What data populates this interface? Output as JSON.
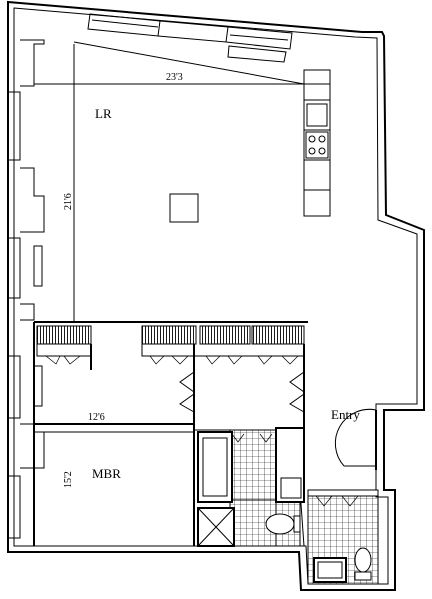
{
  "rooms": {
    "living_room": "LR",
    "master_bedroom": "MBR",
    "entry": "Entry"
  },
  "dimensions": {
    "lr_width": "23'3",
    "lr_depth": "21'6",
    "mbr_width": "12'6",
    "mbr_depth": "15'2"
  }
}
